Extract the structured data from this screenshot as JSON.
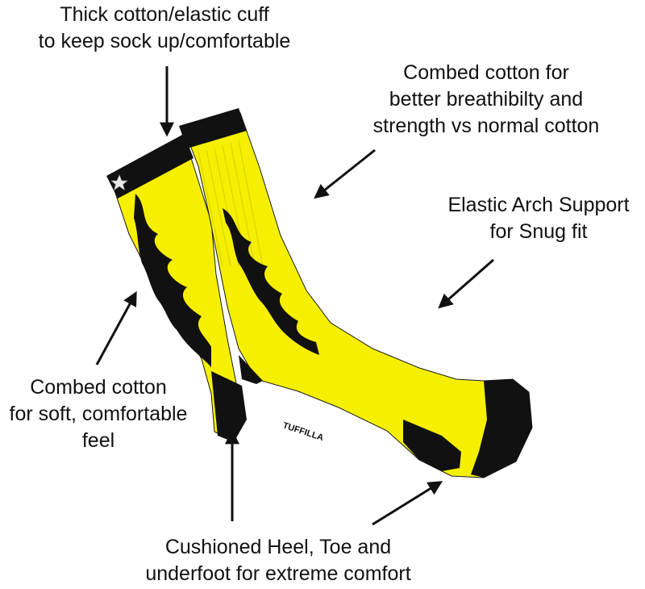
{
  "colors": {
    "sock_body": "#f6f000",
    "sock_trim": "#111111",
    "background": "#ffffff",
    "text": "#111111"
  },
  "product": {
    "name": "yellow crew socks with black flame pattern",
    "icon": "star-icon",
    "printed_logo": "TUFFILLA"
  },
  "callouts": {
    "cuff": {
      "line1": "Thick cotton/elastic cuff",
      "line2": "to keep sock up/comfortable"
    },
    "combed_top": {
      "line1": "Combed cotton for",
      "line2": "better breathibilty and",
      "line3": "strength vs normal cotton"
    },
    "arch": {
      "line1": "Elastic Arch Support",
      "line2": "for Snug fit"
    },
    "soft": {
      "line1": "Combed cotton",
      "line2": "for soft, comfortable",
      "line3": "feel"
    },
    "cushion": {
      "line1": "Cushioned Heel, Toe and",
      "line2": "underfoot for extreme comfort"
    }
  }
}
